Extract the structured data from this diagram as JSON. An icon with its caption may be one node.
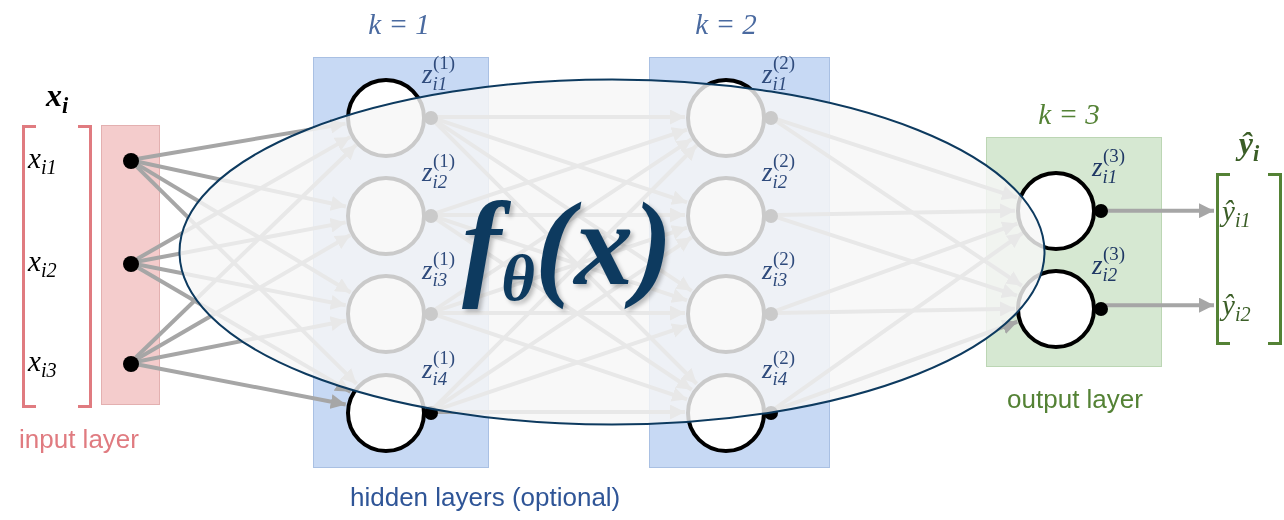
{
  "diagram": {
    "nodes": [
      {
        "text": [
          "x$_{i}$",
          "x$_{i1}$",
          "x$_{i2}$",
          "x$_{i3}$"
        ]
      },
      {
        "text": [
          "input layer"
        ]
      },
      {
        "text": [],
        "shape": "circle",
        "in": 1
      },
      {
        "text": [],
        "shape": "circle",
        "in": 1
      },
      {
        "text": [],
        "shape": "circle",
        "in": 1
      },
      {
        "text": [
          "k = 1"
        ]
      },
      {
        "text": [],
        "shape": "circle",
        "in": 5,
        "beside": [
          "z$_{i1}$$^{(1)}$"
        ]
      },
      {
        "text": [],
        "shape": "circle",
        "in": 5,
        "beside": [
          "z$_{i2}$$^{(1)}$"
        ]
      },
      {
        "text": [],
        "shape": "circle",
        "in": 5,
        "beside": [
          "z$_{i3}$$^{(1)}$"
        ]
      },
      {
        "text": [],
        "shape": "circle",
        "in": 5,
        "beside": [
          "z$_{i4}$$^{(1)}$"
        ]
      },
      {
        "text": [
          "k = 2"
        ]
      },
      {
        "text": [],
        "shape": "circle",
        "in": 10,
        "beside": [
          "z$_{i1}$$^{(2)}$"
        ]
      },
      {
        "text": [],
        "shape": "circle",
        "in": 10,
        "beside": [
          "z$_{i2}$$^{(2)}$"
        ]
      },
      {
        "text": [],
        "shape": "circle",
        "in": 10,
        "beside": [
          "z$_{i3}$$^{(2)}$"
        ]
      },
      {
        "text": [],
        "shape": "circle",
        "in": 10,
        "beside": [
          "z$_{i4}$$^{(2)}$"
        ]
      },
      {
        "text": [
          "k = 3",
          "output layer"
        ]
      },
      {
        "text": [],
        "shape": "circle",
        "in": 15,
        "beside": [
          "z$_{i1}$$^{(3)}$"
        ]
      },
      {
        "text": [],
        "shape": "circle",
        "in": 15,
        "beside": [
          "z$_{i2}$$^{(3)}$"
        ]
      },
      {
        "text": [
          "ŷ$_{i}$",
          "ŷ$_{i1}$",
          "ŷ$_{i2}$"
        ]
      }
    ],
    "edges": [
      {
        "from": 2,
        "to": 6,
        "arrow": "to"
      },
      {
        "from": 2,
        "to": 7,
        "arrow": "to"
      },
      {
        "from": 2,
        "to": 8,
        "arrow": "to"
      },
      {
        "from": 2,
        "to": 9,
        "arrow": "to"
      },
      {
        "from": 3,
        "to": 6,
        "arrow": "to"
      },
      {
        "from": 3,
        "to": 7,
        "arrow": "to"
      },
      {
        "from": 3,
        "to": 8,
        "arrow": "to"
      },
      {
        "from": 3,
        "to": 9,
        "arrow": "to"
      },
      {
        "from": 4,
        "to": 6,
        "arrow": "to"
      },
      {
        "from": 4,
        "to": 7,
        "arrow": "to"
      },
      {
        "from": 4,
        "to": 8,
        "arrow": "to"
      },
      {
        "from": 4,
        "to": 9,
        "arrow": "to"
      },
      {
        "from": 6,
        "to": 11,
        "arrow": "to"
      },
      {
        "from": 6,
        "to": 12,
        "arrow": "to"
      },
      {
        "from": 6,
        "to": 13,
        "arrow": "to"
      },
      {
        "from": 6,
        "to": 14,
        "arrow": "to"
      },
      {
        "from": 7,
        "to": 11,
        "arrow": "to"
      },
      {
        "from": 7,
        "to": 12,
        "arrow": "to"
      },
      {
        "from": 7,
        "to": 13,
        "arrow": "to"
      },
      {
        "from": 7,
        "to": 14,
        "arrow": "to"
      },
      {
        "from": 8,
        "to": 11,
        "arrow": "to"
      },
      {
        "from": 8,
        "to": 12,
        "arrow": "to"
      },
      {
        "from": 8,
        "to": 13,
        "arrow": "to"
      },
      {
        "from": 8,
        "to": 14,
        "arrow": "to"
      },
      {
        "from": 9,
        "to": 11,
        "arrow": "to"
      },
      {
        "from": 9,
        "to": 12,
        "arrow": "to"
      },
      {
        "from": 9,
        "to": 13,
        "arrow": "to"
      },
      {
        "from": 9,
        "to": 14,
        "arrow": "to"
      },
      {
        "from": 11,
        "to": 16,
        "arrow": "to"
      },
      {
        "from": 11,
        "to": 17,
        "arrow": "to"
      },
      {
        "from": 12,
        "to": 16,
        "arrow": "to"
      },
      {
        "from": 12,
        "to": 17,
        "arrow": "to"
      },
      {
        "from": 13,
        "to": 16,
        "arrow": "to"
      },
      {
        "from": 13,
        "to": 17,
        "arrow": "to"
      },
      {
        "from": 14,
        "to": 16,
        "arrow": "to"
      },
      {
        "from": 14,
        "to": 17,
        "arrow": "to"
      },
      {
        "from": 16,
        "to": 18,
        "arrow": "to"
      },
      {
        "from": 17,
        "to": 18,
        "arrow": "to"
      }
    ],
    "labels": [
      "f$_{θ}$(x)",
      "hidden layers (optional)"
    ]
  }
}
